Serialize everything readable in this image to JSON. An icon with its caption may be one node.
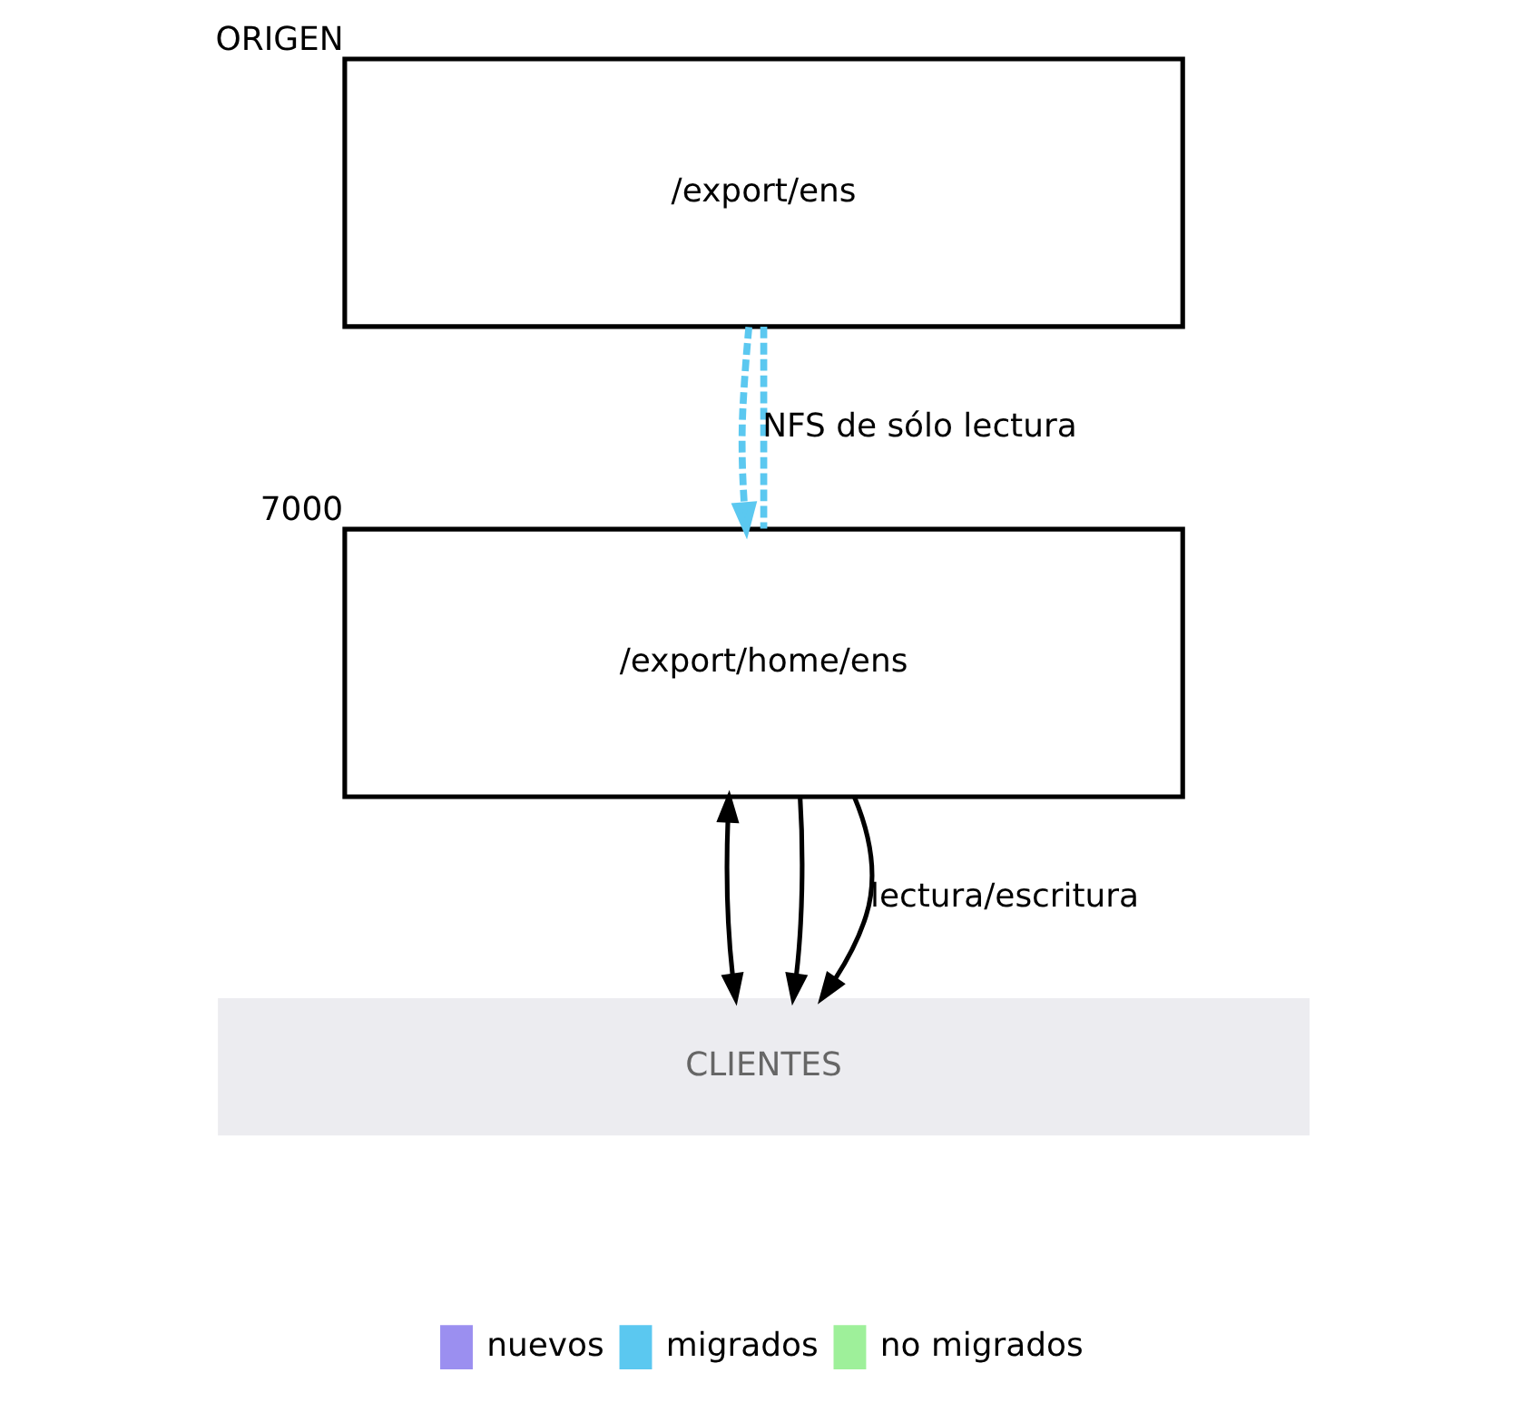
{
  "diagram": {
    "nodes": [
      {
        "text": [
          "/export/ens"
        ],
        "beside": [
          "ORIGEN"
        ]
      },
      {
        "text": [
          "/export/home/ens"
        ],
        "beside": [
          "7000"
        ]
      },
      {
        "text": [
          "CLIENTES"
        ]
      }
    ],
    "edges": [
      {
        "from": 0,
        "to": 1,
        "arrow": "to",
        "style": "dashed",
        "color": "#5bc8f0"
      },
      {
        "from": 0,
        "to": 1,
        "arrow": "none",
        "style": "dashed",
        "color": "#5bc8f0",
        "label": "NFS de sólo lectura"
      },
      {
        "from": 1,
        "to": 2,
        "arrow": "both"
      },
      {
        "from": 1,
        "to": 2,
        "arrow": "to"
      },
      {
        "from": 1,
        "to": 2,
        "arrow": "to",
        "label": "lectura/escritura"
      }
    ],
    "legend": [
      {
        "text": "nuevos",
        "color": "#9b8ff0"
      },
      {
        "text": "migrados",
        "color": "#5bc8f0"
      },
      {
        "text": "no migrados",
        "color": "#9ef09a"
      }
    ]
  }
}
